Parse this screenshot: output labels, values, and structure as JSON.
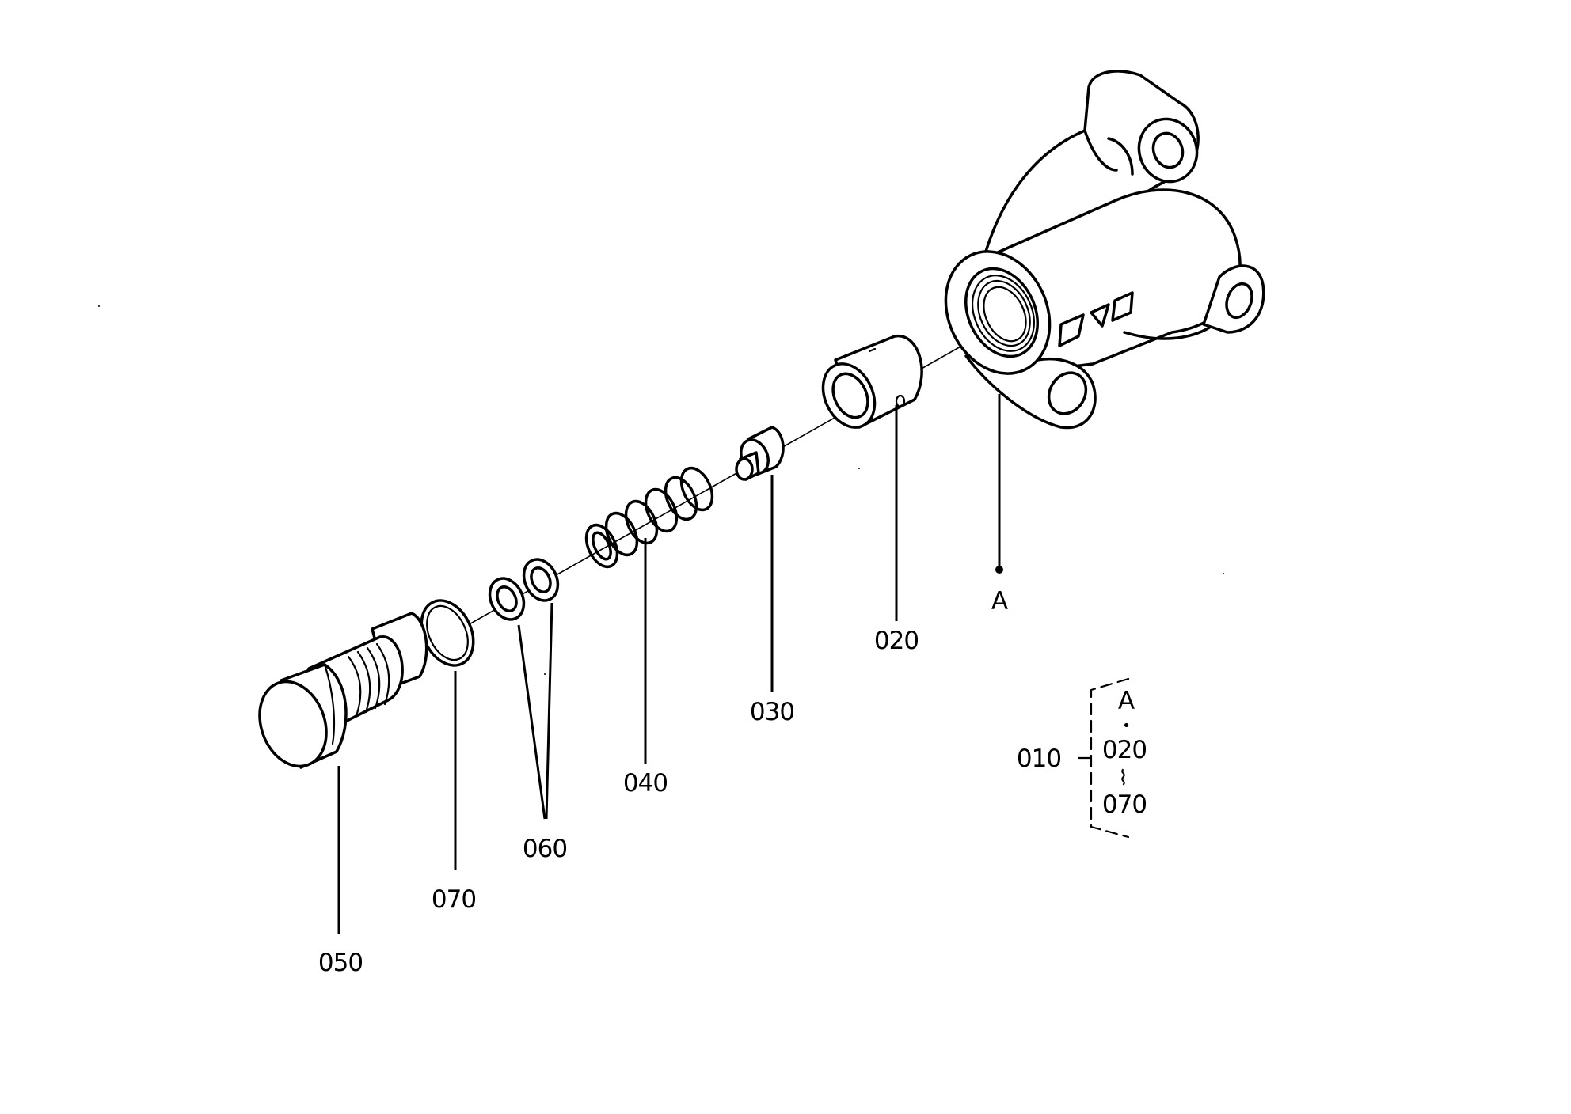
{
  "diagram": {
    "callouts": {
      "housing_ref": "A",
      "bushing": "020",
      "valve": "030",
      "spring": "040",
      "washers": "060",
      "oring": "070",
      "plug": "050"
    },
    "legend": {
      "assembly": "010",
      "ref": "A",
      "dot": "•",
      "from": "020",
      "range_mark": "⌇",
      "to": "070"
    }
  }
}
